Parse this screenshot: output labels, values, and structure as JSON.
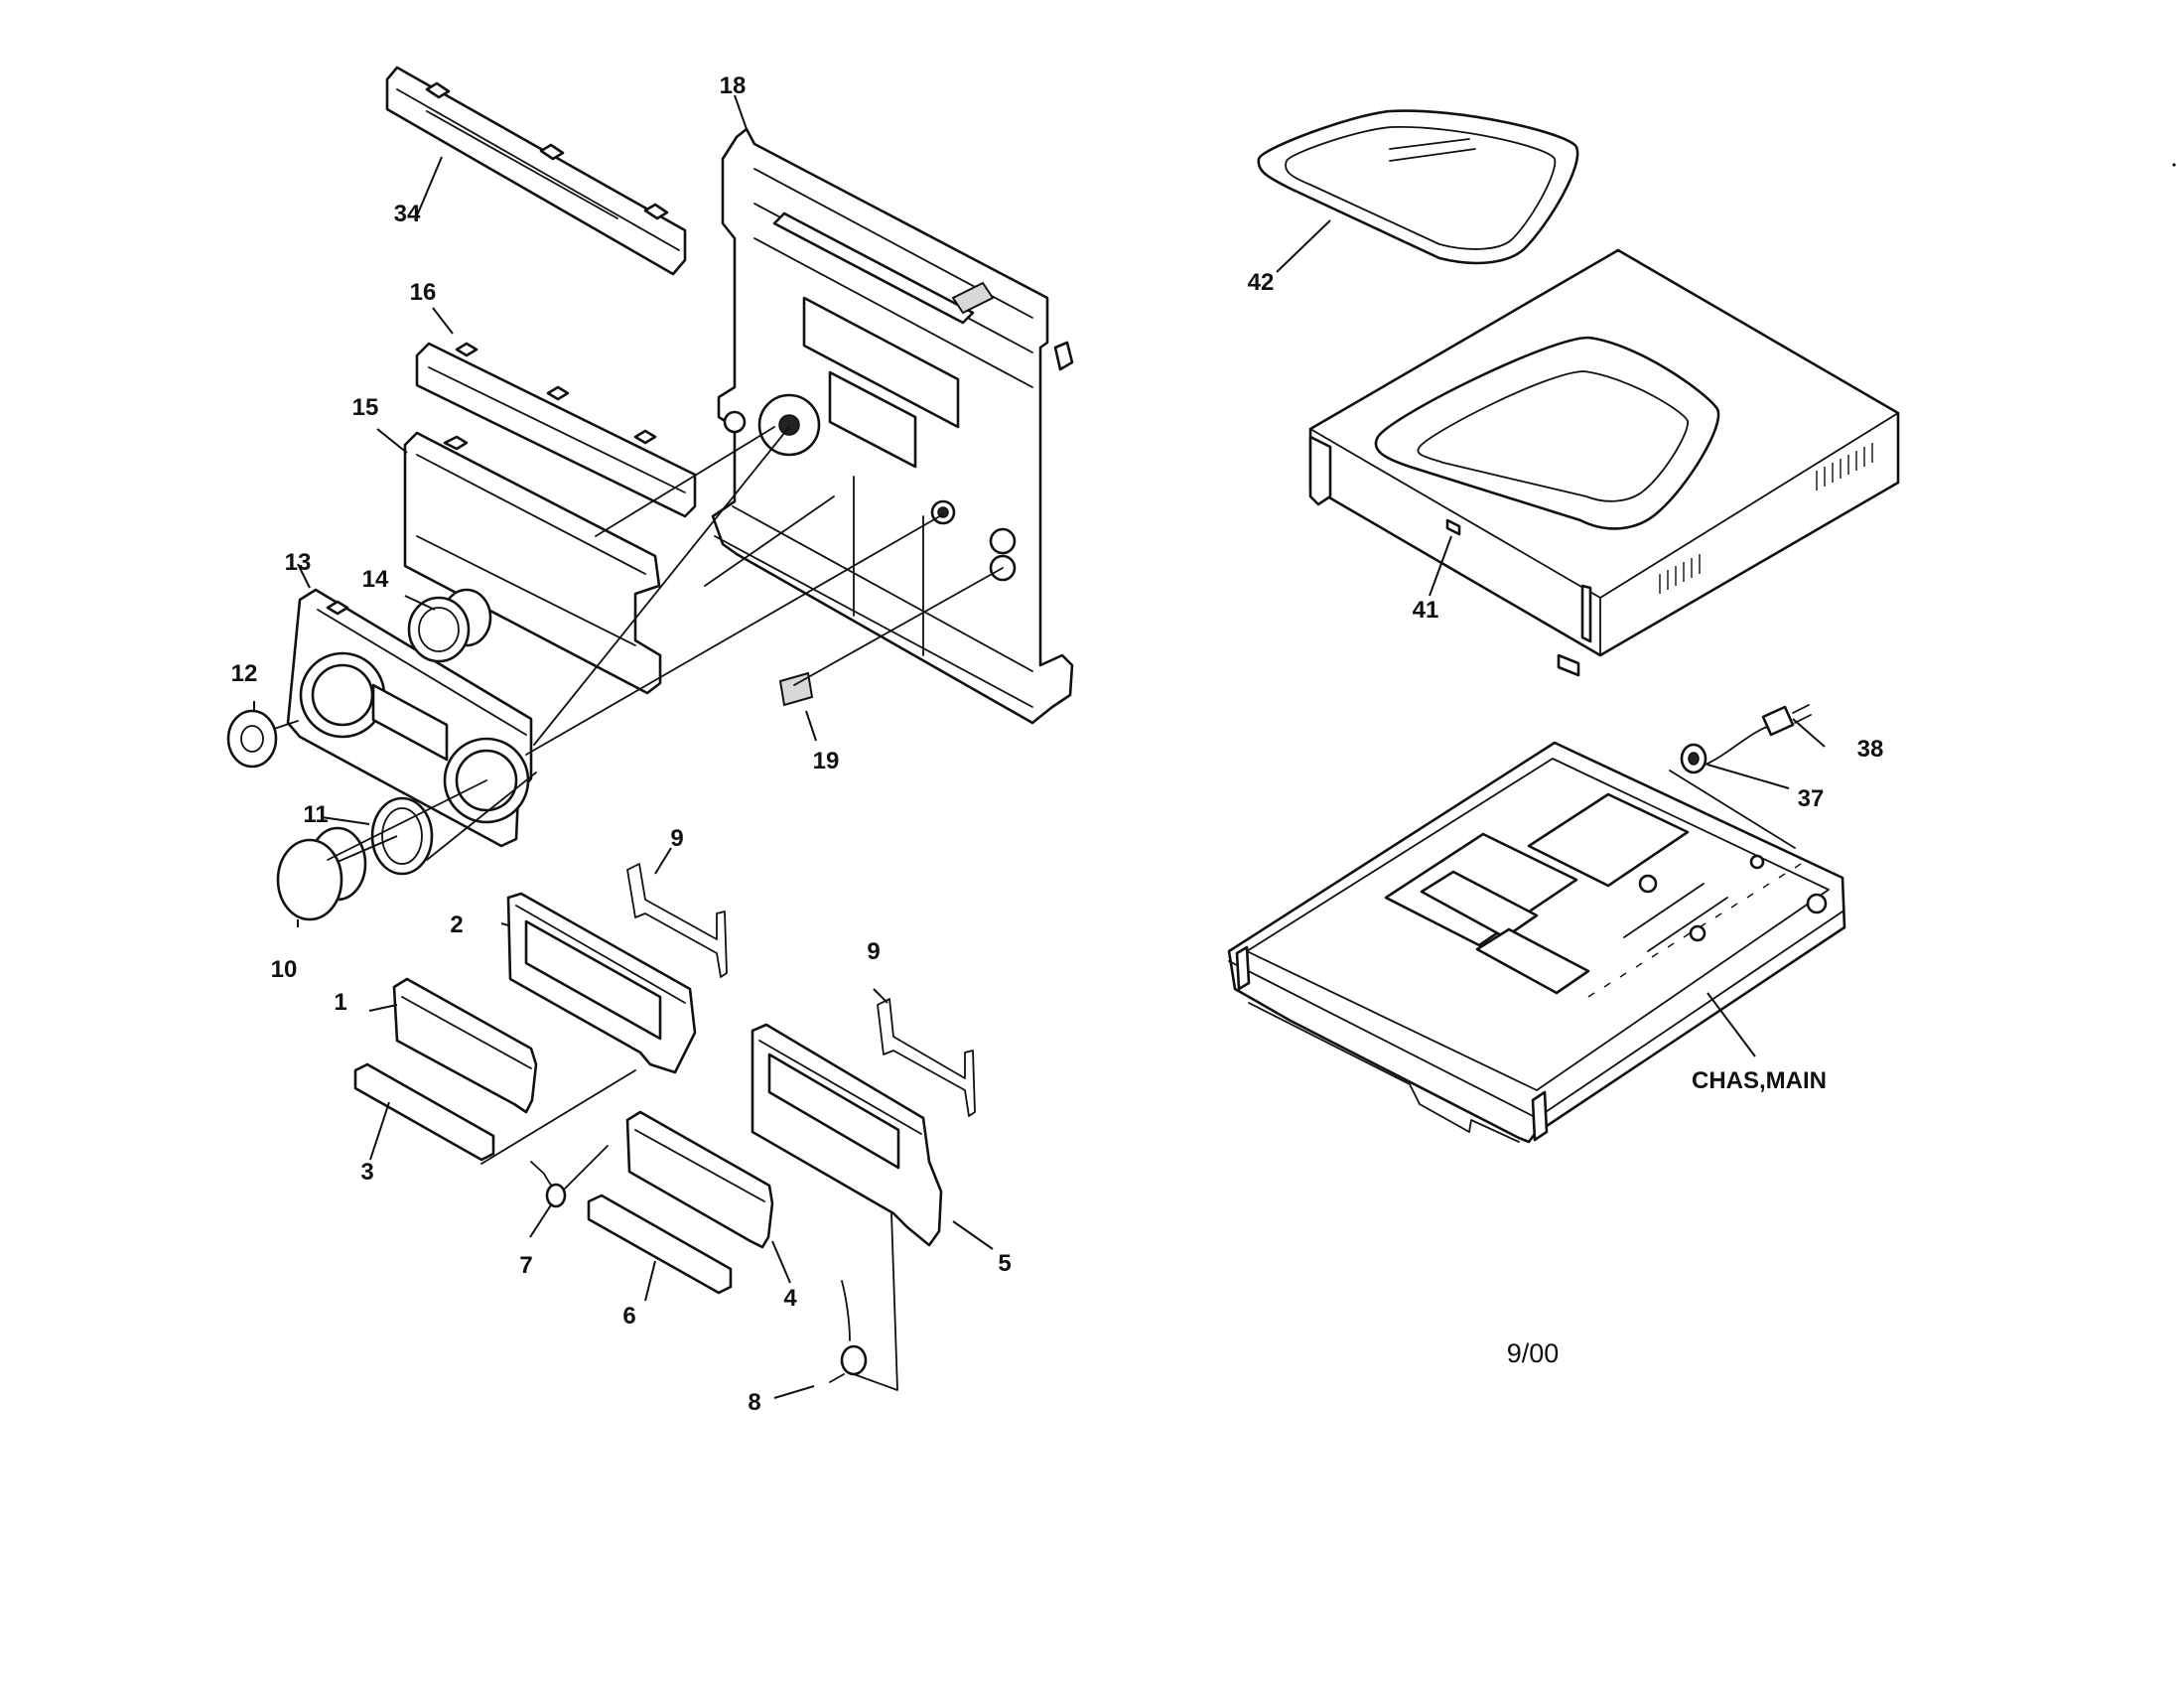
{
  "callouts": {
    "c1": "1",
    "c2": "2",
    "c3": "3",
    "c4": "4",
    "c5": "5",
    "c6": "6",
    "c7": "7",
    "c8": "8",
    "c9a": "9",
    "c9b": "9",
    "c10": "10",
    "c11": "11",
    "c12": "12",
    "c13": "13",
    "c14": "14",
    "c15": "15",
    "c16": "16",
    "c18": "18",
    "c19": "19",
    "c34": "34",
    "c37": "37",
    "c38": "38",
    "c41": "41",
    "c42": "42",
    "chas_main": "CHAS,MAIN"
  },
  "footer": {
    "date": "9/00"
  }
}
